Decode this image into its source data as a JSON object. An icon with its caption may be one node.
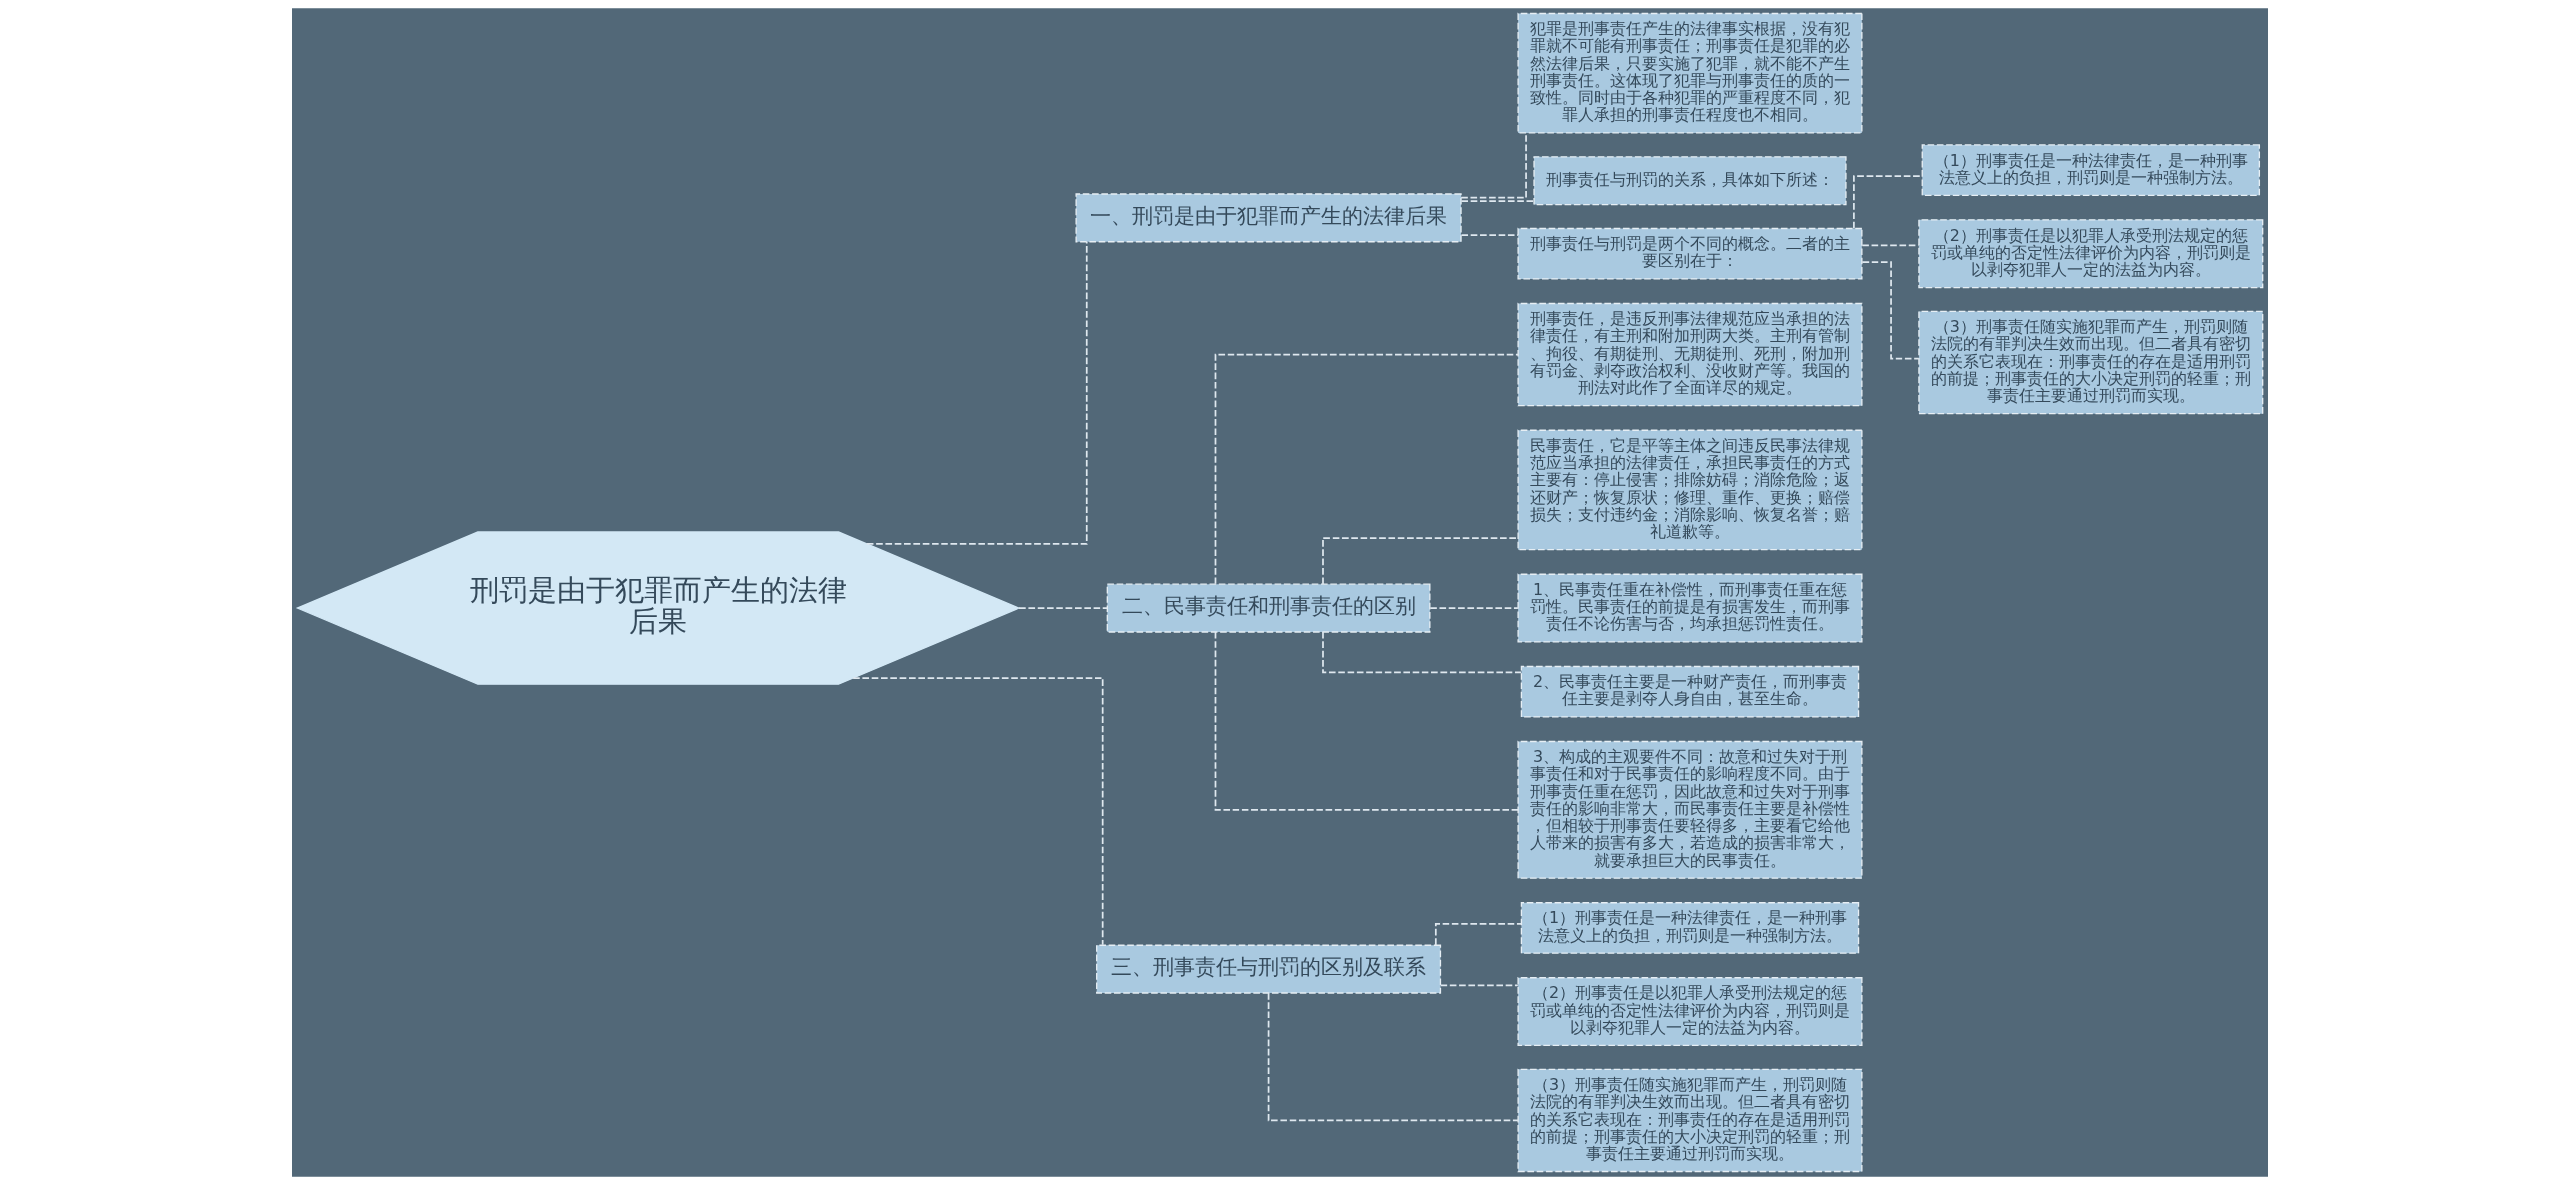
{
  "diagram": {
    "nodes": [
      {
        "text": [
          "刑罚是由于犯罪而产生的法律后果"
        ]
      },
      {
        "text": [
          "一、刑罚是由于犯罪而产生的法律后果"
        ]
      },
      {
        "text": [
          "犯罪是刑事责任产生的法律事实根据，没有犯罪就不可能有刑事责任；刑事责任是犯罪的必然法律后果，只要实施了犯罪，就不能不产生刑事责任。这体现了犯罪与刑事责任的质的一致性。同时由于各种犯罪的严重程度不同，犯罪人承担的刑事责任程度也不相同。"
        ]
      },
      {
        "text": [
          "刑事责任与刑罚的关系，具体如下所述："
        ]
      },
      {
        "text": [
          "刑事责任与刑罚是两个不同的概念。二者的主要区别在于："
        ]
      },
      {
        "text": [
          "（1）刑事责任是一种法律责任，是一种刑事法意义上的负担，刑罚则是一种强制方法。"
        ]
      },
      {
        "text": [
          "（2）刑事责任是以犯罪人承受刑法规定的惩罚或单纯的否定性法律评价为内容，刑罚则是以剥夺犯罪人一定的法益为内容。"
        ]
      },
      {
        "text": [
          "（3）刑事责任随实施犯罪而产生，刑罚则随法院的有罪判决生效而出现。但二者具有密切的关系它表现在：刑事责任的存在是适用刑罚的前提；刑事责任的大小决定刑罚的轻重；刑事责任主要通过刑罚而实现。"
        ]
      },
      {
        "text": [
          "二、民事责任和刑事责任的区别"
        ]
      },
      {
        "text": [
          "刑事责任，是违反刑事法律规范应当承担的法律责任，有主刑和附加刑两大类。主刑有管制、拘役、有期徒刑、无期徒刑、死刑，附加刑有罚金、剥夺政治权利、没收财产等。我国的刑法对此作了全面详尽的规定。"
        ]
      },
      {
        "text": [
          "民事责任，它是平等主体之间违反民事法律规范应当承担的法律责任，承担民事责任的方式主要有：停止侵害；排除妨碍；消除危险；返还财产；恢复原状；修理、重作、更换；赔偿损失；支付违约金；消除影响、恢复名誉；赔礼道歉等。"
        ]
      },
      {
        "text": [
          "1、民事责任重在补偿性，而刑事责任重在惩罚性。民事责任的前提是有损害发生，而刑事责任不论伤害与否，均承担惩罚性责任。"
        ]
      },
      {
        "text": [
          "2、民事责任主要是一种财产责任，而刑事责任主要是剥夺人身自由，甚至生命。"
        ]
      },
      {
        "text": [
          "3、构成的主观要件不同：故意和过失对于刑事责任和对于民事责任的影响程度不同。由于刑事责任重在惩罚，因此故意和过失对于刑事责任的影响非常大，而民事责任主要是补偿性，但相较于刑事责任要轻得多，主要看它给他人带来的损害有多大，若造成的损害非常大，就要承担巨大的民事责任。"
        ]
      },
      {
        "text": [
          "三、刑事责任与刑罚的区别及联系"
        ]
      },
      {
        "text": [
          "（1）刑事责任是一种法律责任，是一种刑事法意义上的负担，刑罚则是一种强制方法。"
        ]
      },
      {
        "text": [
          "（2）刑事责任是以犯罪人承受刑法规定的惩罚或单纯的否定性法律评价为内容，刑罚则是以剥夺犯罪人一定的法益为内容。"
        ]
      },
      {
        "text": [
          "（3）刑事责任随实施犯罪而产生，刑罚则随法院的有罪判决生效而出现。但二者具有密切的关系它表现在：刑事责任的存在是适用刑罚的前提；刑事责任的大小决定刑罚的轻重；刑事责任主要通过刑罚而实现。"
        ]
      }
    ],
    "edges": [
      {
        "from": 0,
        "to": 1,
        "arrow": "none"
      },
      {
        "from": 1,
        "to": 2,
        "arrow": "none"
      },
      {
        "from": 1,
        "to": 3,
        "arrow": "none"
      },
      {
        "from": 1,
        "to": 4,
        "arrow": "none"
      },
      {
        "from": 4,
        "to": 5,
        "arrow": "none"
      },
      {
        "from": 4,
        "to": 6,
        "arrow": "none"
      },
      {
        "from": 4,
        "to": 7,
        "arrow": "none"
      },
      {
        "from": 0,
        "to": 8,
        "arrow": "none"
      },
      {
        "from": 8,
        "to": 9,
        "arrow": "none"
      },
      {
        "from": 8,
        "to": 10,
        "arrow": "none"
      },
      {
        "from": 8,
        "to": 11,
        "arrow": "none"
      },
      {
        "from": 8,
        "to": 12,
        "arrow": "none"
      },
      {
        "from": 8,
        "to": 13,
        "arrow": "none"
      },
      {
        "from": 0,
        "to": 14,
        "arrow": "none"
      },
      {
        "from": 14,
        "to": 15,
        "arrow": "none"
      },
      {
        "from": 14,
        "to": 16,
        "arrow": "none"
      },
      {
        "from": 14,
        "to": 17,
        "arrow": "none"
      }
    ]
  }
}
